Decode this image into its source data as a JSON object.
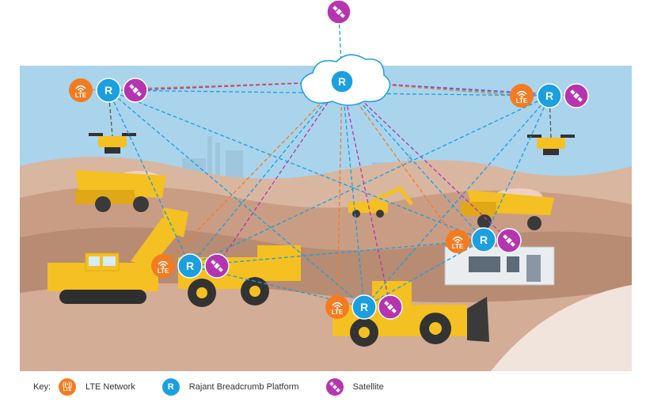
{
  "colors": {
    "lte": "#f47b20",
    "rajant": "#1a9fe0",
    "satellite": "#b534b0",
    "sky": "#a9d4ec",
    "ground": "#c59b80",
    "vehicle": "#f5c021"
  },
  "icons": {
    "lte": "wifi-signal-icon",
    "rajant": "letter-r-icon",
    "satellite": "satellite-icon"
  },
  "node_text": {
    "lte": "LTE",
    "rajant": "R"
  },
  "legend": {
    "title": "Key:",
    "items": [
      {
        "type": "lte",
        "label": "LTE Network",
        "icon_text": "LTE"
      },
      {
        "type": "rajant",
        "label": "Rajant Breadcrumb Platform",
        "icon_text": "R"
      },
      {
        "type": "satellite",
        "label": "Satellite"
      }
    ]
  }
}
